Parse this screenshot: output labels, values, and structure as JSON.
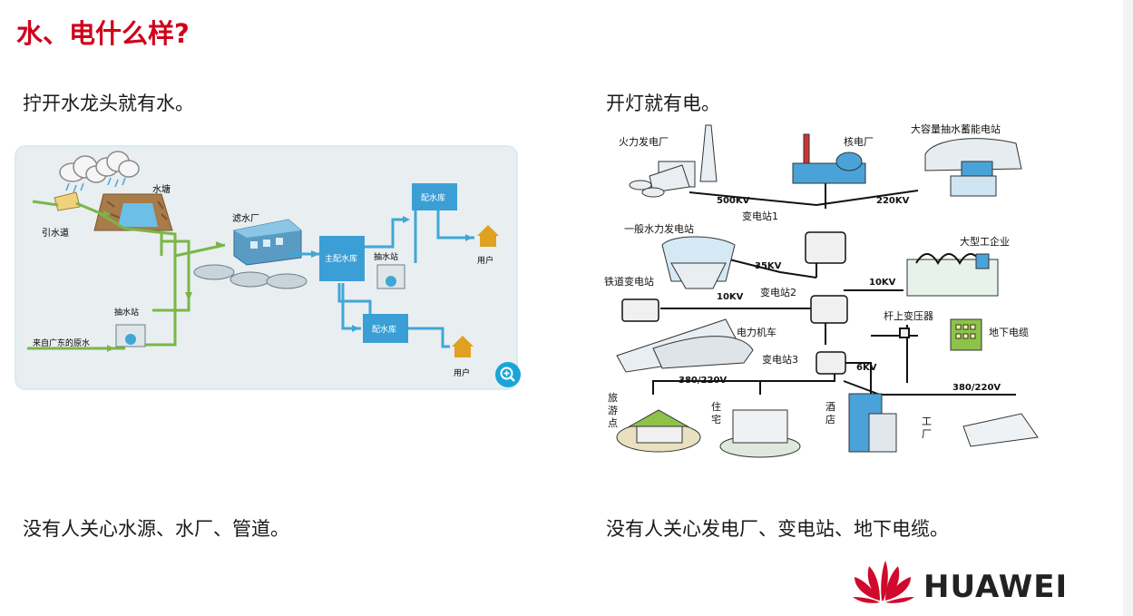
{
  "slide": {
    "title": "水、电什么样?",
    "water_heading": "拧开水龙头就有水。",
    "power_heading": "开灯就有电。",
    "water_footer": "没有人关心水源、水厂、管道。",
    "power_footer": "没有人关心发电厂、变电站、地下电缆。"
  },
  "water_diagram": {
    "labels": {
      "reservoir": "水塘",
      "canal": "引水道",
      "treatment": "滤水厂",
      "main_storage": "主配水库",
      "pump_station_a": "抽水站",
      "pump_station_b": "抽水站",
      "storage_top": "配水库",
      "storage_bottom": "配水库",
      "user_top": "用户",
      "user_bottom": "用户",
      "source": "来自广东的原水"
    },
    "colors": {
      "pipe_green": "#7ab648",
      "pipe_blue": "#3fa7d6",
      "box_blue": "#3b9fd6"
    }
  },
  "power_diagram": {
    "labels": {
      "thermal": "火力发电厂",
      "nuclear": "核电厂",
      "pumped": "大容量抽水蓄能电站",
      "hydro": "一般水力发电站",
      "sub1": "变电站1",
      "sub2": "变电站2",
      "sub3": "变电站3",
      "industry": "大型工企业",
      "rail_sub": "铁道变电站",
      "locomotive": "电力机车",
      "pole_transformer": "杆上变压器",
      "underground_cable": "地下电缆",
      "tourist": "旅\n游\n点",
      "residence": "住\n宅",
      "hotel": "酒\n店",
      "factory": "工\n厂"
    },
    "voltages": {
      "v500": "500KV",
      "v220": "220KV",
      "v35": "35KV",
      "v10a": "10KV",
      "v10b": "10KV",
      "v6": "6KV",
      "v380a": "380/220V",
      "v380b": "380/220V"
    }
  },
  "branding": {
    "logo_text": "HUAWEI",
    "logo_color": "#cf0a2c"
  },
  "icons": {
    "zoom": "zoom-in-icon",
    "logo": "huawei-logo-icon"
  }
}
